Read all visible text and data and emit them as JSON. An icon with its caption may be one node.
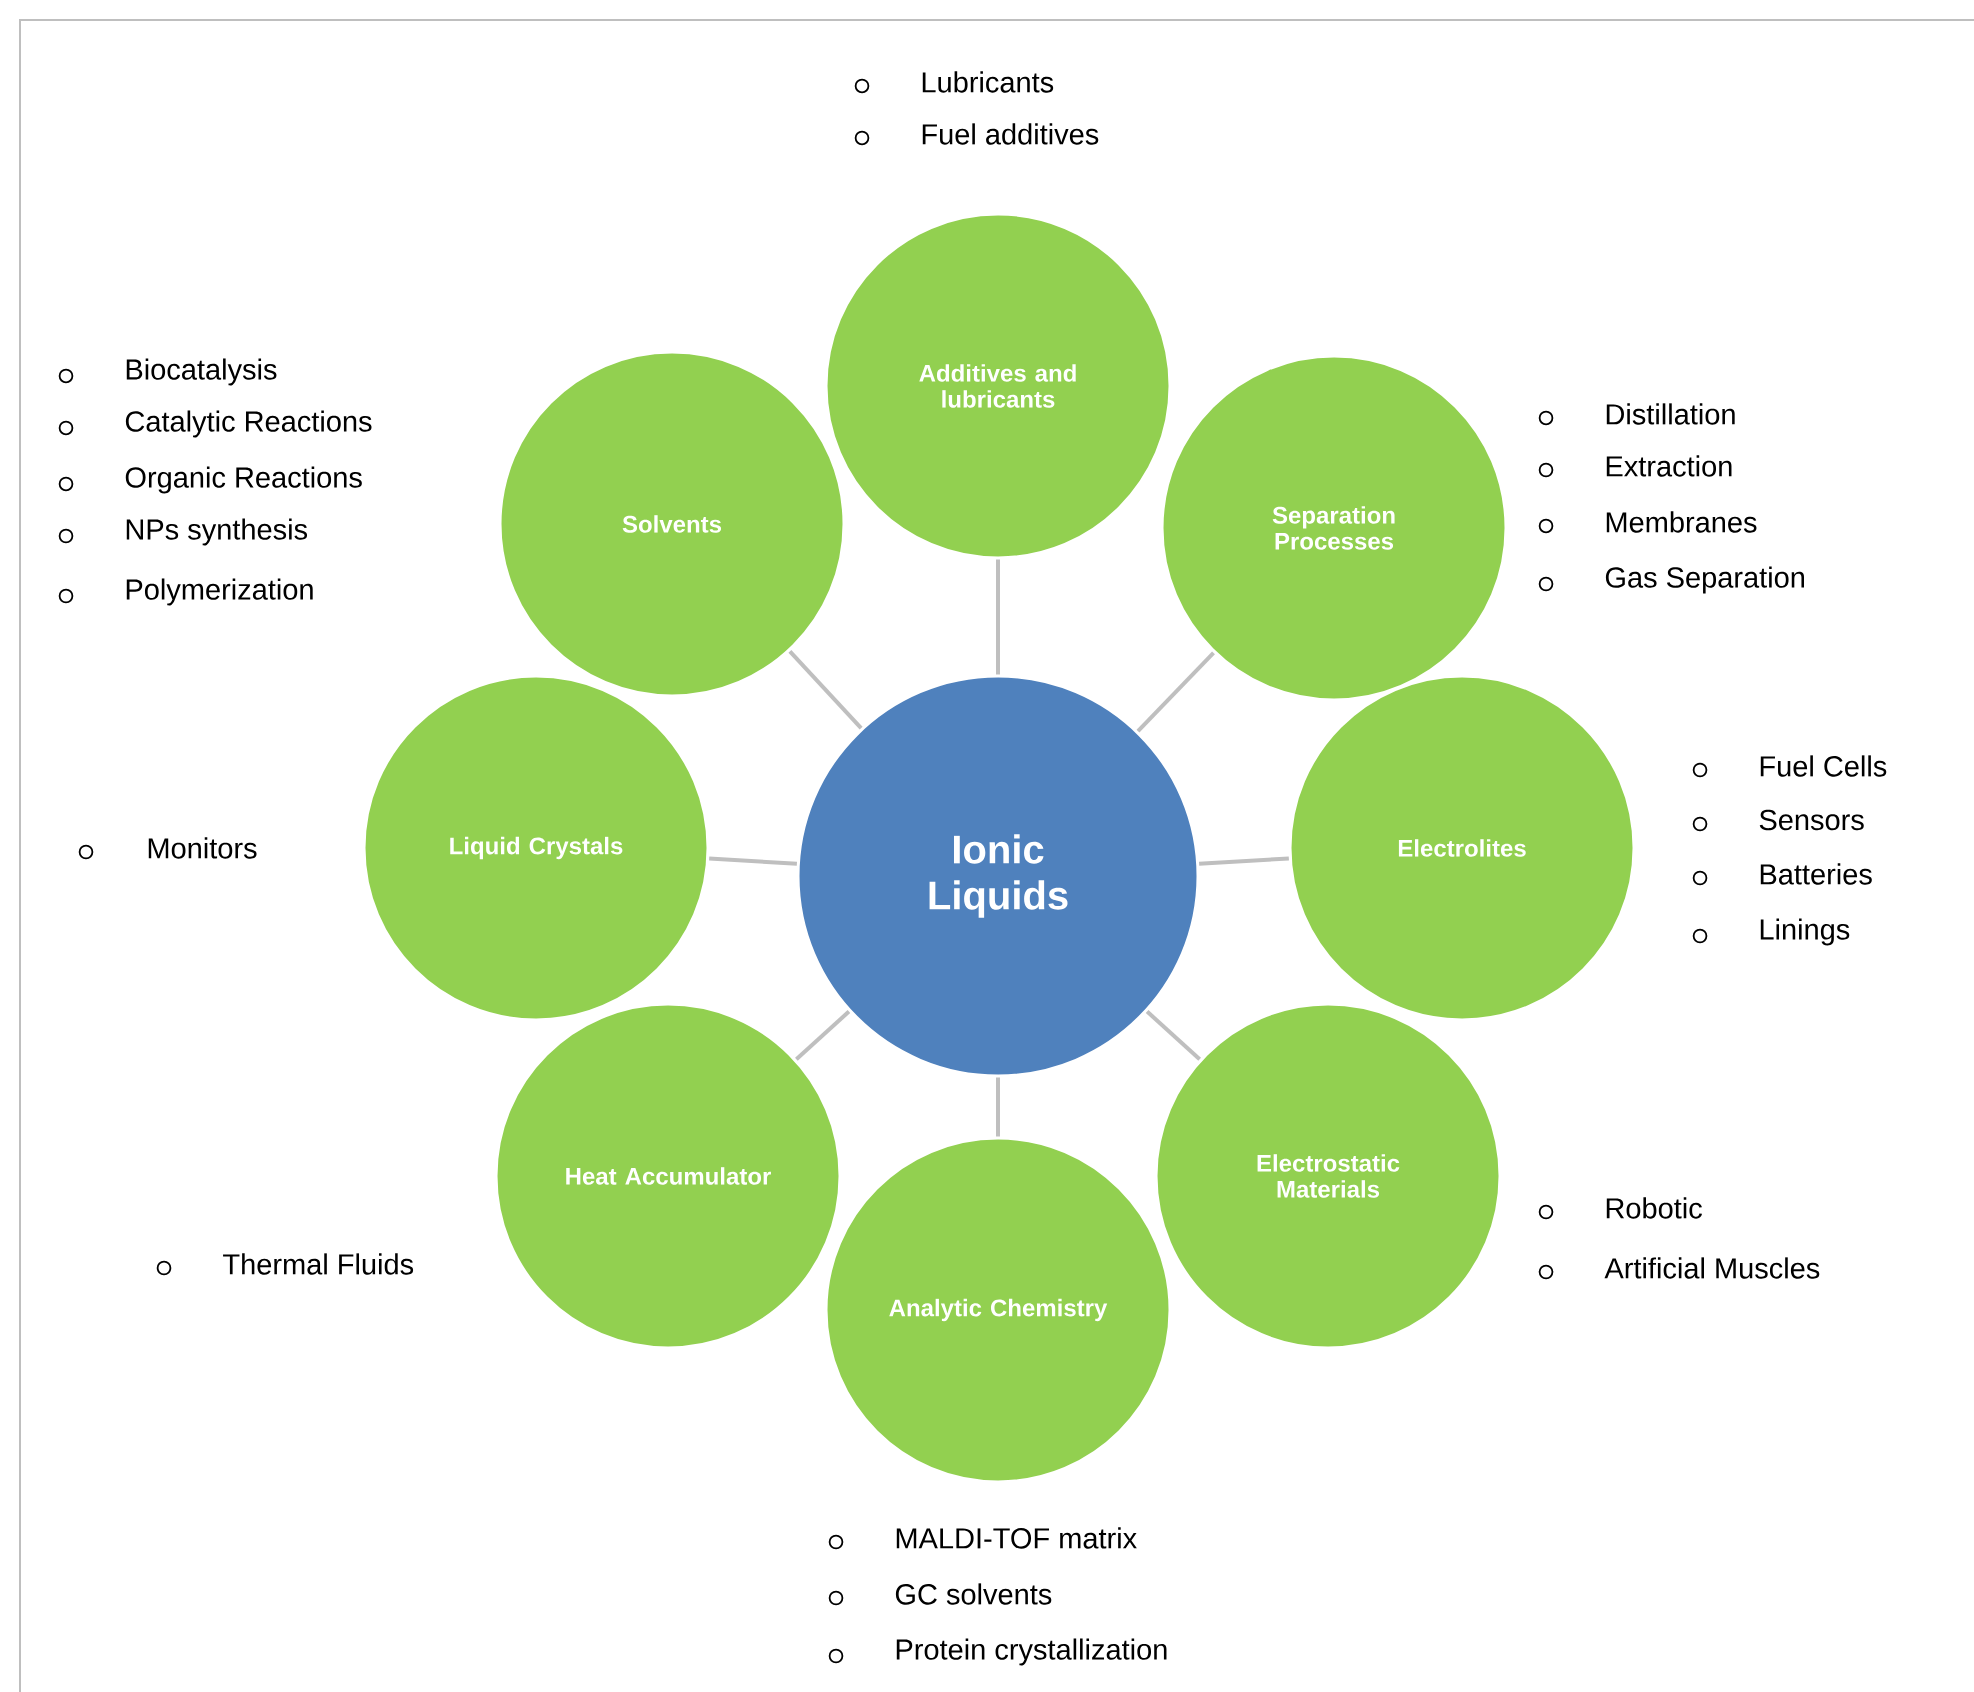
{
  "diagram": {
    "nodes": [
      {
        "text": [
          "Ionic Liquids"
        ]
      },
      {
        "text": [
          "Additives and lubricants"
        ],
        "beside": [
          "Lubricants",
          "Fuel additives"
        ]
      },
      {
        "text": [
          "Separation Processes"
        ],
        "beside": [
          "Distillation",
          "Extraction",
          "Membranes",
          "Gas Separation"
        ]
      },
      {
        "text": [
          "Electrolites"
        ],
        "beside": [
          "Fuel Cells",
          "Sensors",
          "Batteries",
          "Linings"
        ]
      },
      {
        "text": [
          "Electrostatic Materials"
        ],
        "beside": [
          "Robotic",
          "Artificial Muscles"
        ]
      },
      {
        "text": [
          "Analytic Chemistry"
        ],
        "beside": [
          "MALDI-TOF matrix",
          "GC solvents",
          "Protein crystallization"
        ]
      },
      {
        "text": [
          "Heat Accumulator"
        ],
        "beside": [
          "Thermal Fluids"
        ]
      },
      {
        "text": [
          "Liquid Crystals"
        ],
        "beside": [
          "Monitors"
        ]
      },
      {
        "text": [
          "Solvents"
        ],
        "beside": [
          "Biocatalysis",
          "Catalytic Reactions",
          "Organic Reactions",
          "NPs synthesis",
          "Polymerization"
        ]
      }
    ],
    "edges": [
      {
        "from": 0,
        "to": 1,
        "arrow": "none"
      },
      {
        "from": 0,
        "to": 2,
        "arrow": "none"
      },
      {
        "from": 0,
        "to": 3,
        "arrow": "none"
      },
      {
        "from": 0,
        "to": 4,
        "arrow": "none"
      },
      {
        "from": 0,
        "to": 5,
        "arrow": "none"
      },
      {
        "from": 0,
        "to": 6,
        "arrow": "none"
      },
      {
        "from": 0,
        "to": 7,
        "arrow": "none"
      },
      {
        "from": 0,
        "to": 8,
        "arrow": "none"
      }
    ]
  }
}
